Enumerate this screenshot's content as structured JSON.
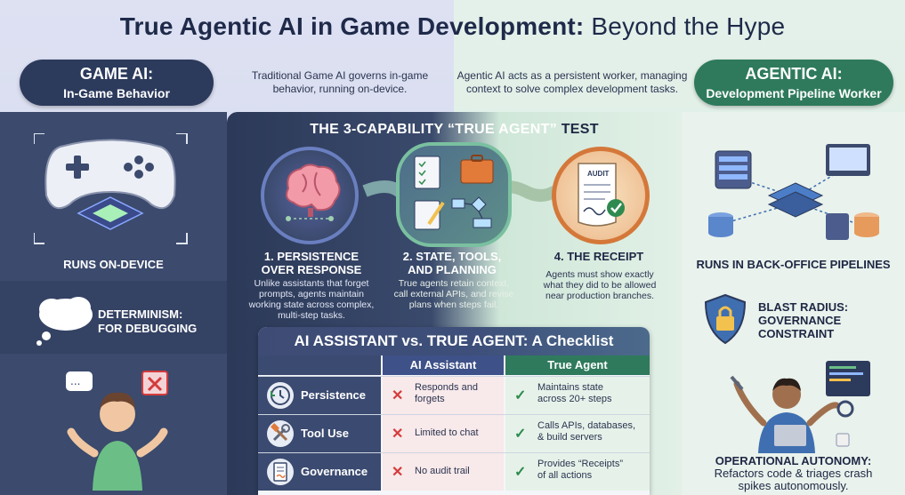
{
  "title": {
    "bold": "True Agentic AI in Game Development:",
    "light": "Beyond the Hype"
  },
  "game_ai": {
    "pill_title": "GAME AI:",
    "pill_subtitle": "In-Game Behavior",
    "description_1": "Traditional Game AI governs in-game",
    "description_2": "behavior, running on-device.",
    "runs_label": "RUNS ON-DEVICE",
    "determinism_1": "DETERMINISM:",
    "determinism_2": "FOR DEBUGGING"
  },
  "agentic_ai": {
    "pill_title": "AGENTIC AI:",
    "pill_subtitle": "Development Pipeline Worker",
    "description_1": "Agentic AI acts as a persistent worker, managing",
    "description_2": "context to solve complex development tasks.",
    "runs_label": "RUNS IN BACK-OFFICE PIPELINES",
    "blast_1": "BLAST RADIUS:",
    "blast_2": "GOVERNANCE",
    "blast_3": "CONSTRAINT",
    "autonomy_title": "OPERATIONAL AUTONOMY:",
    "autonomy_1": "Refactors code & triages crash",
    "autonomy_2": "spikes autonomously."
  },
  "test": {
    "title_light": "THE 3-CAPABILITY “TRUE AGENT”",
    "title_dark": "TEST",
    "capabilities": [
      {
        "title_1": "1. PERSISTENCE",
        "title_2": "OVER RESPONSE",
        "body_1": "Unlike assistants that forget",
        "body_2": "prompts, agents maintain",
        "body_3": "working state across complex,",
        "body_4": "multi-step tasks."
      },
      {
        "title_1": "2. STATE, TOOLS,",
        "title_2": "AND PLANNING",
        "body_1": "True agents retain context,",
        "body_2": "call external APIs, and revise",
        "body_3": "plans when steps fail.",
        "body_4": ""
      },
      {
        "title_1": "4. THE RECEIPT",
        "title_2": "",
        "body_1": "Agents must show exactly",
        "body_2": "what they did to be allowed",
        "body_3": "near production branches.",
        "body_4": ""
      }
    ],
    "audit_label": "AUDIT"
  },
  "checklist": {
    "title": "AI ASSISTANT vs. TRUE AGENT: A Checklist",
    "col_assistant": "AI Assistant",
    "col_agent": "True Agent",
    "rows": [
      {
        "category": "Persistence",
        "assistant_1": "Responds and",
        "assistant_2": "forgets",
        "agent_1": "Maintains state",
        "agent_2": "across 20+ steps"
      },
      {
        "category": "Tool Use",
        "assistant_1": "Limited to chat",
        "assistant_2": "",
        "agent_1": "Calls APIs, databases,",
        "agent_2": "& build servers"
      },
      {
        "category": "Governance",
        "assistant_1": "No audit trail",
        "assistant_2": "",
        "agent_1": "Provides “Receipts”",
        "agent_2": "of all actions"
      }
    ],
    "mark_x": "✕",
    "mark_check": "✓"
  },
  "colors": {
    "navy": "#2c3a5c",
    "green": "#2f7a5c",
    "red_x": "#d43b3b",
    "green_check": "#2e8a4e"
  }
}
